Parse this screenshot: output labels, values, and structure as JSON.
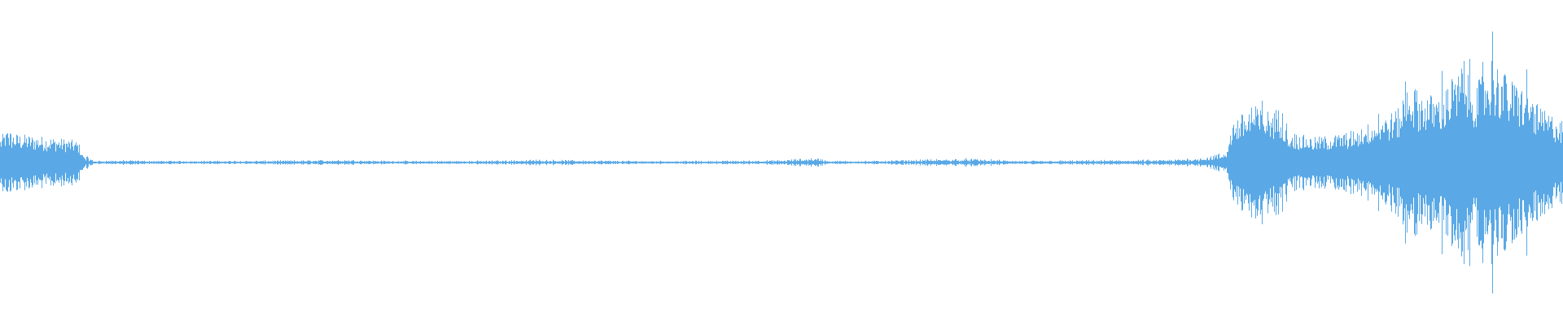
{
  "waveform": {
    "color": "#5aa9e6",
    "background": "#ffffff",
    "envelope": [
      [
        0.0,
        0.12
      ],
      [
        0.004,
        0.16
      ],
      [
        0.008,
        0.14
      ],
      [
        0.02,
        0.13
      ],
      [
        0.035,
        0.12
      ],
      [
        0.045,
        0.11
      ],
      [
        0.05,
        0.1
      ],
      [
        0.053,
        0.03
      ],
      [
        0.06,
        0.006
      ],
      [
        0.08,
        0.008
      ],
      [
        0.1,
        0.006
      ],
      [
        0.15,
        0.006
      ],
      [
        0.2,
        0.008
      ],
      [
        0.22,
        0.01
      ],
      [
        0.25,
        0.006
      ],
      [
        0.3,
        0.006
      ],
      [
        0.345,
        0.01
      ],
      [
        0.4,
        0.006
      ],
      [
        0.45,
        0.006
      ],
      [
        0.5,
        0.008
      ],
      [
        0.522,
        0.018
      ],
      [
        0.53,
        0.006
      ],
      [
        0.56,
        0.006
      ],
      [
        0.6,
        0.012
      ],
      [
        0.62,
        0.014
      ],
      [
        0.65,
        0.006
      ],
      [
        0.7,
        0.008
      ],
      [
        0.75,
        0.01
      ],
      [
        0.77,
        0.02
      ],
      [
        0.78,
        0.03
      ],
      [
        0.785,
        0.05
      ],
      [
        0.788,
        0.2
      ],
      [
        0.8,
        0.26
      ],
      [
        0.81,
        0.25
      ],
      [
        0.82,
        0.26
      ],
      [
        0.825,
        0.15
      ],
      [
        0.84,
        0.12
      ],
      [
        0.86,
        0.14
      ],
      [
        0.88,
        0.2
      ],
      [
        0.895,
        0.26
      ],
      [
        0.9,
        0.38
      ],
      [
        0.91,
        0.33
      ],
      [
        0.92,
        0.32
      ],
      [
        0.935,
        0.44
      ],
      [
        0.945,
        0.38
      ],
      [
        0.955,
        0.5
      ],
      [
        0.965,
        0.4
      ],
      [
        0.975,
        0.36
      ],
      [
        0.985,
        0.26
      ],
      [
        1.0,
        0.2
      ]
    ]
  }
}
